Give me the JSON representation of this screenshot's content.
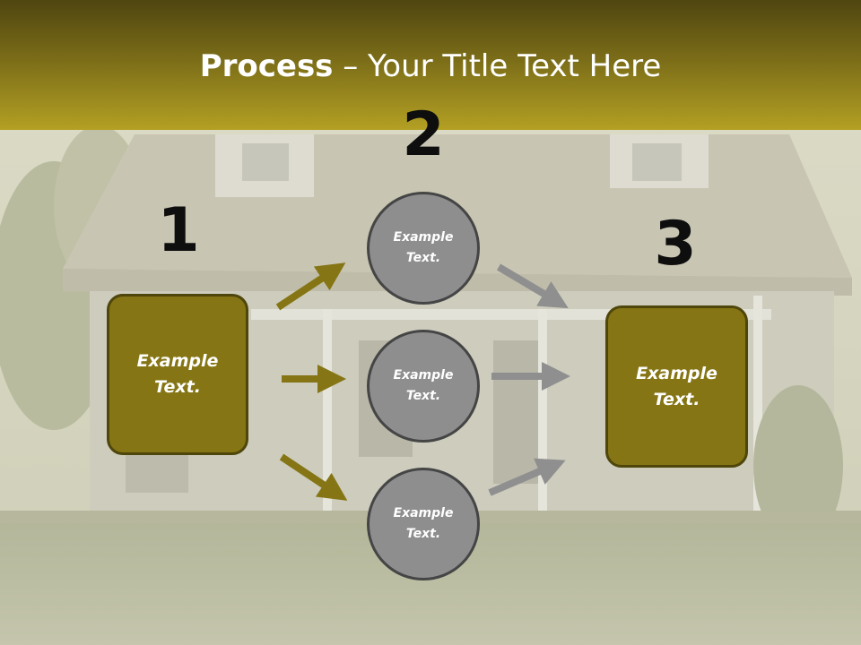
{
  "title": {
    "bold": "Process",
    "rest": " – Your Title Text Here"
  },
  "steps": [
    {
      "number": "1",
      "label": "Example\nText."
    },
    {
      "number": "2",
      "label": "Example\nText."
    },
    {
      "number": "3",
      "label": "Example\nText."
    }
  ],
  "circles": [
    {
      "label": "Example\nText."
    },
    {
      "label": "Example\nText."
    },
    {
      "label": "Example\nText."
    }
  ],
  "colors": {
    "olive": "#857514",
    "olive_dark": "#4f460b",
    "gray": "#8e8e8e",
    "gray_arrow": "#8f8f8f",
    "header_top": "#4f4510",
    "header_bottom": "#b3a023"
  }
}
